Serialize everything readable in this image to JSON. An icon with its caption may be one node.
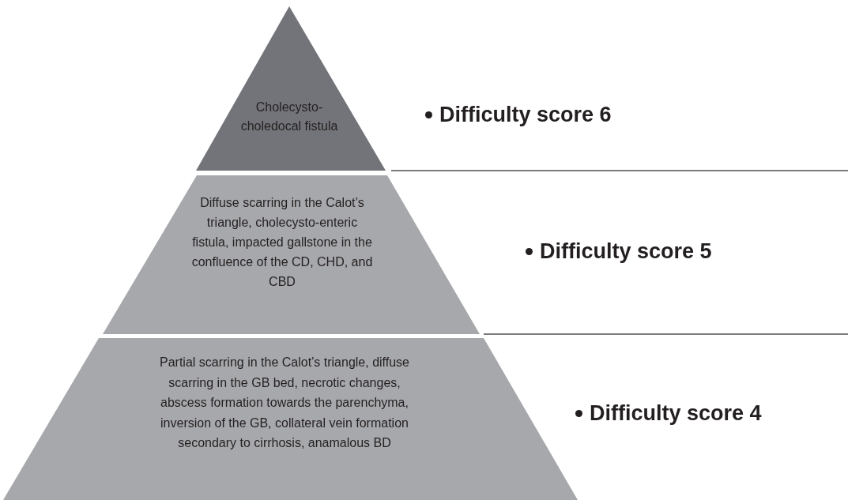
{
  "diagram": {
    "nodes": [
      {
        "text": [
          "Cholecysto-choledocal fistula"
        ],
        "beside": [
          "Difficulty score 6"
        ]
      },
      {
        "text": [
          "Diffuse scarring in the Calot’s triangle, cholecysto-enteric fistula, impacted gallstone in the confluence of the CD, CHD, and CBD"
        ],
        "beside": [
          "Difficulty score 5"
        ]
      },
      {
        "text": [
          "Partial scarring in the Calot’s triangle, diffuse scarring in the GB bed, necrotic changes, abscess formation towards the parenchyma, inversion of the GB, collateral vein formation secondary to cirrhosis, anamalous BD"
        ],
        "beside": [
          "Difficulty score 4"
        ]
      }
    ]
  }
}
